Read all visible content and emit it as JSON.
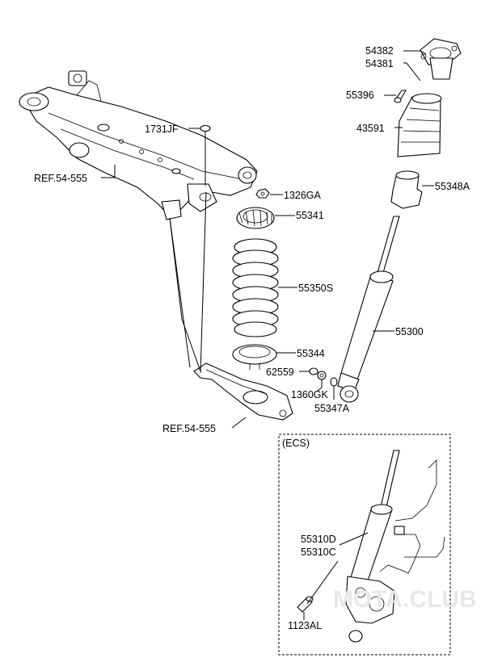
{
  "labels": {
    "p54382": "54382",
    "p54381": "54381",
    "p55396": "55396",
    "p43591": "43591",
    "p55348A": "55348A",
    "p1731JF": "1731JF",
    "ref_top": "REF.54-555",
    "p1326GA": "1326GA",
    "p55341": "55341",
    "p55350S": "55350S",
    "p55300": "55300",
    "p55344": "55344",
    "p62559": "62559",
    "p1360GK": "1360GK",
    "p55347A": "55347A",
    "ref_bottom": "REF.54-555",
    "ecs_title": "(ECS)",
    "p55310D": "55310D",
    "p55310C": "55310C",
    "p1123AL": "1123AL"
  },
  "watermark": "MOTA.CLUB"
}
